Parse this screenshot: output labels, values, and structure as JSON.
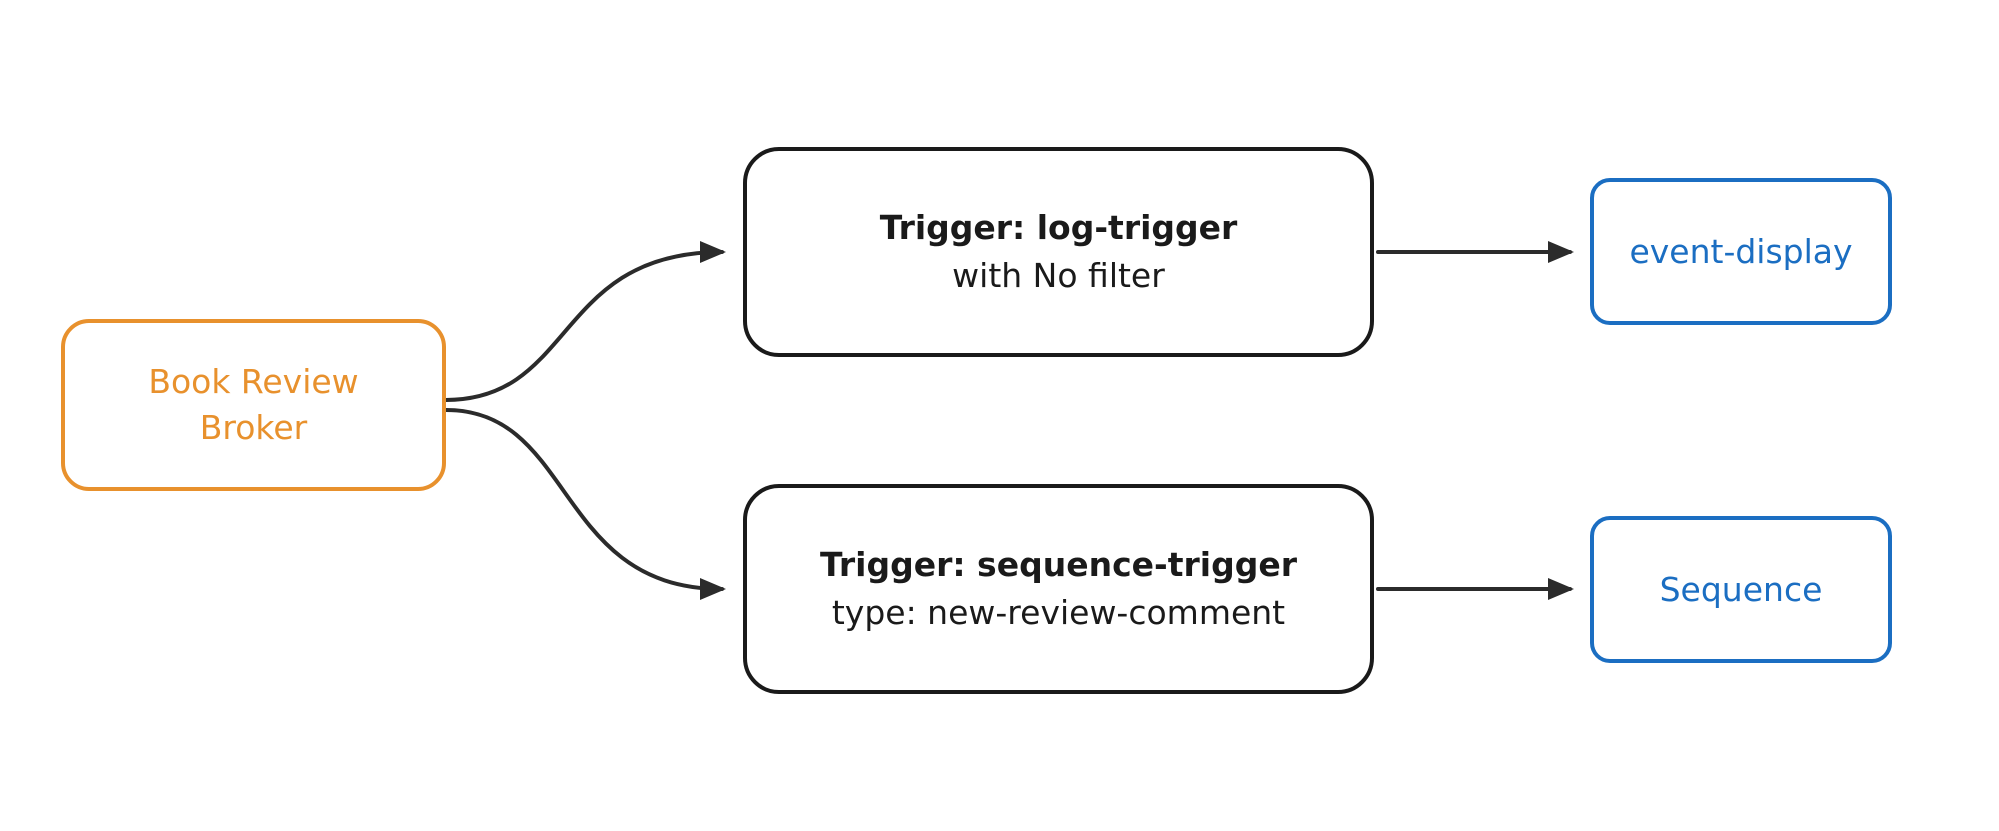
{
  "diagram": {
    "nodes": {
      "broker": {
        "label": "Book Review Broker"
      },
      "log_trigger": {
        "title": "Trigger: log-trigger",
        "subtitle": "with No filter"
      },
      "sequence_trigger": {
        "title": "Trigger: sequence-trigger",
        "subtitle": "type: new-review-comment"
      },
      "event_display": {
        "label": "event-display"
      },
      "sequence": {
        "label": "Sequence"
      }
    },
    "edges": [
      {
        "from": "broker",
        "to": "log_trigger"
      },
      {
        "from": "broker",
        "to": "sequence_trigger"
      },
      {
        "from": "log_trigger",
        "to": "event_display"
      },
      {
        "from": "sequence_trigger",
        "to": "sequence"
      }
    ],
    "colors": {
      "broker_stroke": "#E8912D",
      "broker_text": "#E8912D",
      "trigger_stroke": "#1A1A1A",
      "trigger_text": "#1A1A1A",
      "sink_stroke": "#1B6EC2",
      "sink_text": "#1B6EC2",
      "edge_color": "#2B2B2B",
      "bg": "#FFFFFF"
    }
  }
}
